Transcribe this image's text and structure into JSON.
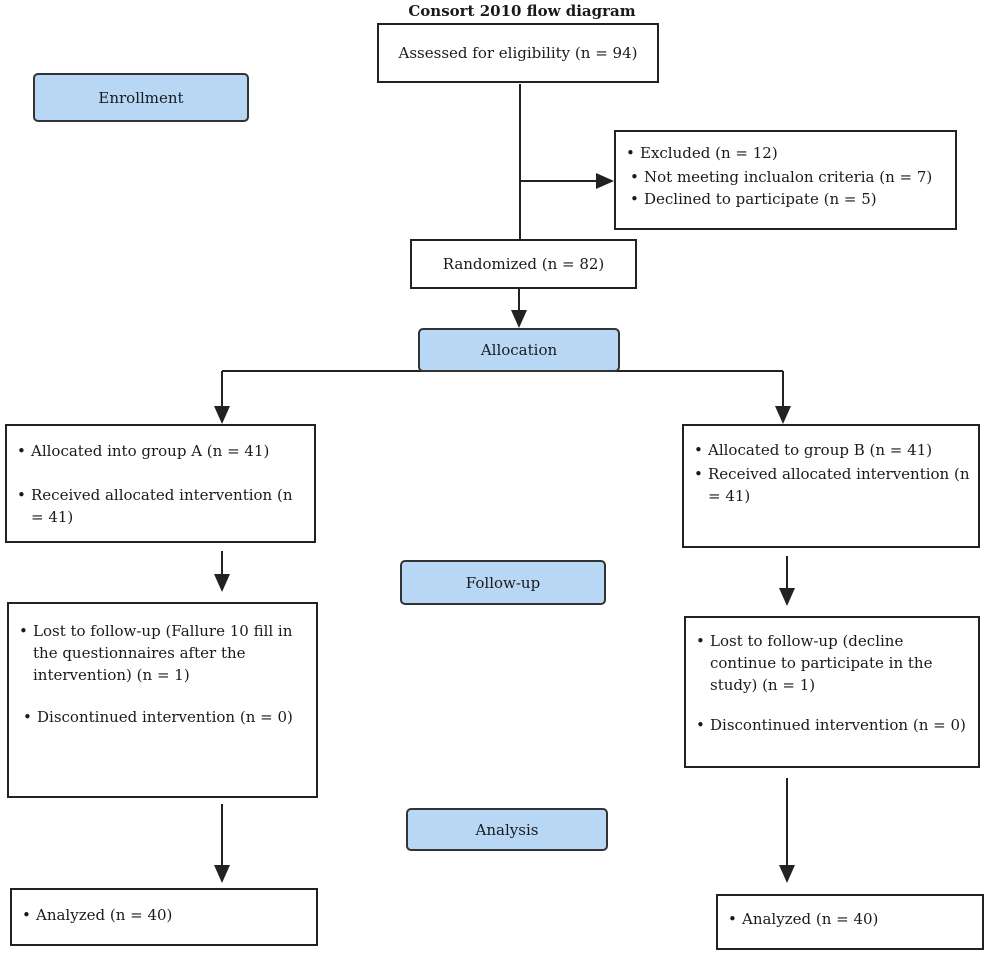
{
  "title": "Consort 2010 flow diagram",
  "stages": {
    "enrollment": "Enrollment",
    "allocation": "Allocation",
    "followup": "Follow-up",
    "analysis": "Analysis"
  },
  "assessed": "Assessed for eligibility (n = 94)",
  "excluded": [
    "Excluded (n = 12)",
    "Not meeting inclualon criteria (n = 7)",
    "Declined to participate (n = 5)"
  ],
  "randomized": "Randomized (n = 82)",
  "groupA": {
    "allocation": [
      "Allocated into group A (n = 41)",
      "Received allocated intervention (n = 41)"
    ],
    "followup": [
      "Lost to follow-up (Fallure 10 fill in the questionnaires after the intervention) (n = 1)",
      "Discontinued intervention (n = 0)"
    ],
    "analysis": [
      "Analyzed (n = 40)"
    ]
  },
  "groupB": {
    "allocation": [
      "Allocated to group B (n = 41)",
      "Received allocated intervention (n = 41)"
    ],
    "followup": [
      "Lost to follow-up (decline continue to participate in the study) (n = 1)",
      "Discontinued intervention (n = 0)"
    ],
    "analysis": [
      "Analyzed (n = 40)"
    ]
  }
}
